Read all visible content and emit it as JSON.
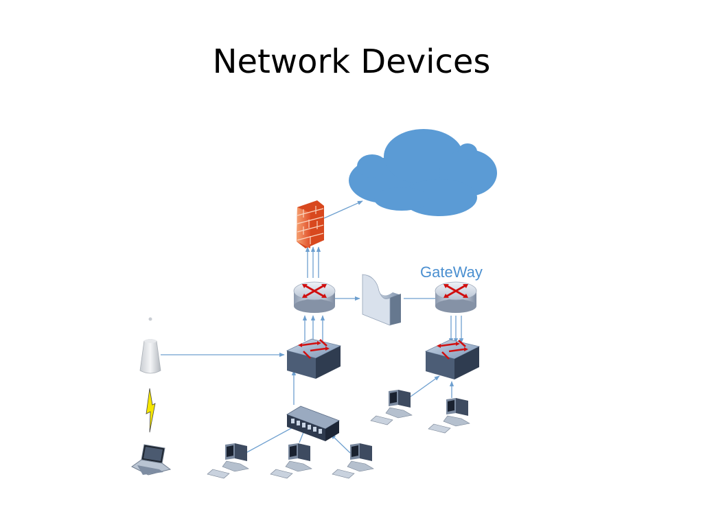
{
  "slide": {
    "title": "Network Devices"
  },
  "diagram": {
    "gateway_label": "GateWay",
    "nodes": [
      {
        "id": "internet-cloud",
        "icon": "cloud-icon"
      },
      {
        "id": "firewall",
        "icon": "firewall-icon"
      },
      {
        "id": "router-main",
        "icon": "router-icon"
      },
      {
        "id": "gateway-device",
        "icon": "gateway-icon"
      },
      {
        "id": "router-gateway",
        "icon": "router-icon"
      },
      {
        "id": "switch-main",
        "icon": "switch-icon"
      },
      {
        "id": "switch-right",
        "icon": "switch-icon"
      },
      {
        "id": "access-point",
        "icon": "wireless-access-point-icon"
      },
      {
        "id": "wireless-link",
        "icon": "lightning-bolt-icon"
      },
      {
        "id": "laptop",
        "icon": "laptop-icon"
      },
      {
        "id": "hub",
        "icon": "hub-icon"
      },
      {
        "id": "pc-1",
        "icon": "desktop-pc-icon"
      },
      {
        "id": "pc-2",
        "icon": "desktop-pc-icon"
      },
      {
        "id": "pc-3",
        "icon": "desktop-pc-icon"
      },
      {
        "id": "pc-4",
        "icon": "desktop-pc-icon"
      },
      {
        "id": "pc-5",
        "icon": "desktop-pc-icon"
      }
    ],
    "colors": {
      "cloud": "#5b9bd5",
      "firewall": "#f07040",
      "router_body": "#c8d0dc",
      "switch_body": "#8aa0bc",
      "arrow_red": "#d01010",
      "link": "#6d9fcf",
      "gateway_label": "#4a8fd0"
    }
  }
}
